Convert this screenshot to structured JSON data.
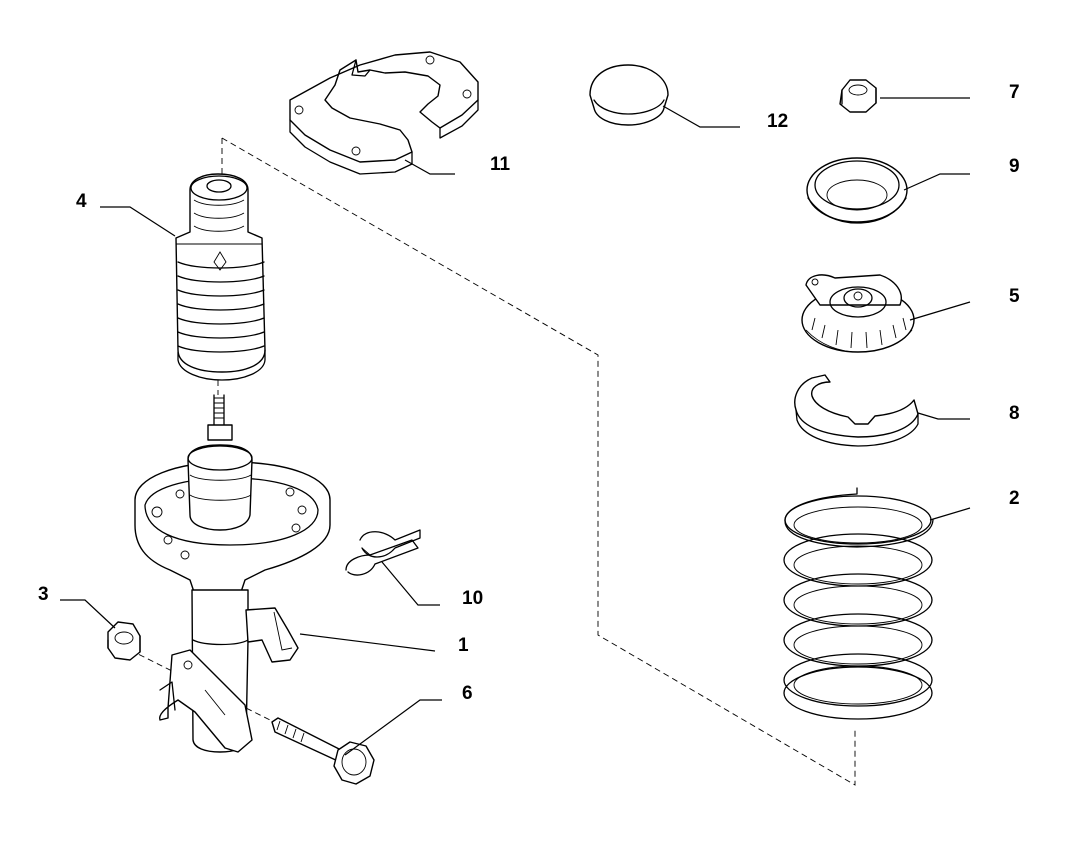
{
  "diagram": {
    "callouts": [
      {
        "id": "1",
        "text": "1"
      },
      {
        "id": "2",
        "text": "2"
      },
      {
        "id": "3",
        "text": "3"
      },
      {
        "id": "4",
        "text": "4"
      },
      {
        "id": "5",
        "text": "5"
      },
      {
        "id": "6",
        "text": "6"
      },
      {
        "id": "7",
        "text": "7"
      },
      {
        "id": "8",
        "text": "8"
      },
      {
        "id": "9",
        "text": "9"
      },
      {
        "id": "10",
        "text": "10"
      },
      {
        "id": "11",
        "text": "11"
      },
      {
        "id": "12",
        "text": "12"
      }
    ]
  }
}
